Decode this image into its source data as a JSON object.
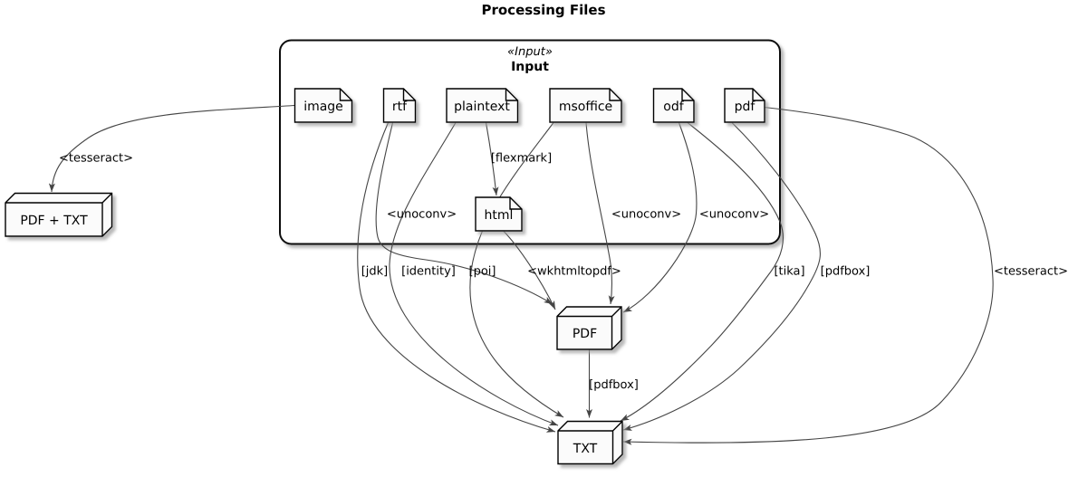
{
  "title": "Processing Files",
  "package": {
    "stereotype": "«Input»",
    "name": "Input"
  },
  "artifacts": [
    {
      "id": "image",
      "label": "image"
    },
    {
      "id": "rtf",
      "label": "rtf"
    },
    {
      "id": "plaintext",
      "label": "plaintext"
    },
    {
      "id": "msoffice",
      "label": "msoffice"
    },
    {
      "id": "odf",
      "label": "odf"
    },
    {
      "id": "pdf",
      "label": "pdf"
    },
    {
      "id": "html",
      "label": "html"
    }
  ],
  "boxes": [
    {
      "id": "pdf-plus-txt",
      "label": "PDF + TXT"
    },
    {
      "id": "pdf-output",
      "label": "PDF"
    },
    {
      "id": "txt-output",
      "label": "TXT"
    }
  ],
  "edges": [
    {
      "from": "image",
      "to": "pdf-plus-txt",
      "label": "<tesseract>"
    },
    {
      "from": "plaintext",
      "to": "html",
      "label": "[flexmark]"
    },
    {
      "from": "rtf",
      "to": "pdf-output",
      "label": "<unoconv>"
    },
    {
      "from": "html",
      "to": "pdf-output",
      "label": "<wkhtmltopdf>"
    },
    {
      "from": "msoffice",
      "to": "pdf-output",
      "label": "<unoconv>"
    },
    {
      "from": "odf",
      "to": "pdf-output",
      "label": "<unoconv>"
    },
    {
      "from": "rtf",
      "to": "txt-output",
      "label": "[jdk]"
    },
    {
      "from": "plaintext",
      "to": "txt-output",
      "label": "[identity]"
    },
    {
      "from": "msoffice",
      "to": "txt-output",
      "label": "[poi]"
    },
    {
      "from": "odf",
      "to": "txt-output",
      "label": "[tika]"
    },
    {
      "from": "pdf",
      "to": "txt-output",
      "label": "[pdfbox]"
    },
    {
      "from": "pdf",
      "to": "txt-output",
      "label": "<tesseract>"
    },
    {
      "from": "pdf-output",
      "to": "txt-output",
      "label": "[pdfbox]"
    }
  ],
  "colors": {
    "background": "#ffffff",
    "shape_fill": "#fbfbfb",
    "shape_border": "#000000",
    "line": "#454545",
    "text": "#000000"
  }
}
